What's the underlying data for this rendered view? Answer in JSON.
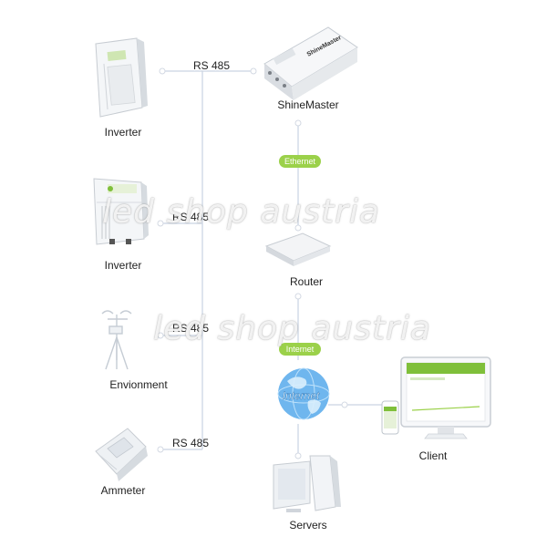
{
  "nodes": {
    "inverter_1": "Inverter",
    "inverter_2": "Inverter",
    "environment": "Envionment",
    "ammeter": "Ammeter",
    "shinemaster": "ShineMaster",
    "router": "Router",
    "servers": "Servers",
    "client": "Client"
  },
  "links": {
    "rs485_1": "RS 485",
    "rs485_2": "RS 485",
    "rs485_3": "RS 485",
    "rs485_4": "RS 485",
    "ethernet": "Ethernet",
    "internet_pill": "Internet",
    "internet_globe": "Internet"
  },
  "device_text": {
    "shinemaster_brand": "ShineMaster"
  },
  "watermark": {
    "line1": "led shop austria",
    "line2": "led shop austria"
  },
  "colors": {
    "connector": "#c9d3e2",
    "pill": "#9bd14a",
    "brand_green": "#7fbf3a"
  }
}
